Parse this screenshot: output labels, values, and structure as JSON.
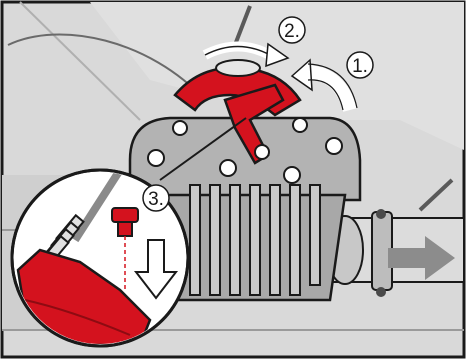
{
  "figure": {
    "steps": [
      {
        "label": "1."
      },
      {
        "label": "2."
      },
      {
        "label": "3."
      }
    ],
    "colors": {
      "background": "#d9d9d9",
      "housing": "#b3b3b3",
      "housing_dark": "#7a7a7a",
      "clamp_red": "#d4121e",
      "clamp_red_dark": "#8e0b12",
      "outline": "#1a1a1a",
      "arrow_grey": "#8c8c8c",
      "white": "#ffffff"
    },
    "icons": [
      "rotate-arrow-icon",
      "curved-arrow-icon",
      "down-arrow-icon",
      "flow-direction-arrow-icon"
    ]
  }
}
